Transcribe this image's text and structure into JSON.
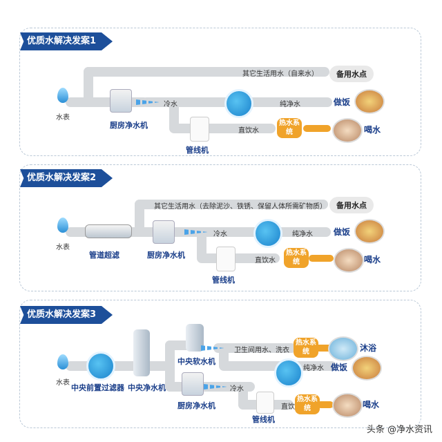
{
  "panels": [
    {
      "title": "优质水解决发案1",
      "meter": "水表",
      "pipe_other": "其它生活用水（自来水）",
      "badge_other": "备用水点",
      "kitchen": "厨房净水机",
      "cold": "冷水",
      "pure": "纯净水",
      "cook": "做饭",
      "pipe_machine": "管线机",
      "direct": "直饮水",
      "hot": "热水系统",
      "drink": "喝水"
    },
    {
      "title": "优质水解决发案2",
      "meter": "水表",
      "pipe_other": "其它生活用水（去除泥沙、铁锈、保留人体所需矿物质）",
      "badge_other": "备用水点",
      "prefilter": "管道超滤",
      "kitchen": "厨房净水机",
      "cold": "冷水",
      "pure": "纯净水",
      "cook": "做饭",
      "pipe_machine": "管线机",
      "direct": "直饮水",
      "hot": "热水系统",
      "drink": "喝水"
    },
    {
      "title": "优质水解决发案3",
      "meter": "水表",
      "front_filter": "中央前置过滤器",
      "central_purifier": "中央净水机",
      "central_softener": "中央软水机",
      "bath_water": "卫生间用水、洗衣",
      "hot": "热水系统",
      "bath": "沐浴",
      "pure": "纯净水",
      "cook": "做饭",
      "kitchen": "厨房净水机",
      "cold": "冷水",
      "direct": "直饮水",
      "drink": "喝水",
      "pipe_machine": "管线机"
    }
  ],
  "watermark": "头条 @净水资讯",
  "colors": {
    "banner": "#1d4f9a",
    "pipe": "#d6d9dc",
    "hot": "#f0a32a",
    "water": "#1a82cc"
  }
}
